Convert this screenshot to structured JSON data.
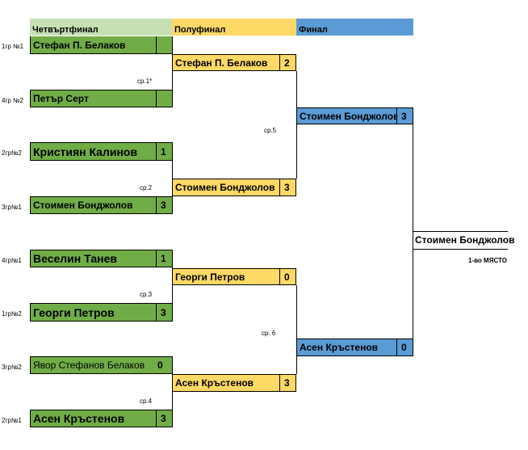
{
  "headers": {
    "quarterfinal": "Четвъртфинал",
    "semifinal": "Полуфинал",
    "final": "Финал"
  },
  "quarterfinals": [
    {
      "seed": "1гр №1",
      "name": "Стефан П. Белаков",
      "score": ""
    },
    {
      "seed": "4гр №2",
      "name": "Петър Серт",
      "score": ""
    },
    {
      "seed": "2гр№2",
      "name": "Кристиян Калинов",
      "score": "1"
    },
    {
      "seed": "3гр№1",
      "name": "Стоимен Бонджолов",
      "score": "3"
    },
    {
      "seed": "4гр№1",
      "name": "Веселин Танев",
      "score": "1"
    },
    {
      "seed": "1гр№2",
      "name": "Георги Петров",
      "score": "3"
    },
    {
      "seed": "3гр№2",
      "name": "Явор Стефанов Белаков",
      "score": "0"
    },
    {
      "seed": "2гр№1",
      "name": "Асен Кръстенов",
      "score": "3"
    }
  ],
  "match_labels": {
    "m1": "ср.1*",
    "m2": "ср.2",
    "m3": "ср.3",
    "m4": "ср.4",
    "m5": "ср.5",
    "m6": "ср. 6"
  },
  "semifinals": [
    {
      "name": "Стефан П. Белаков",
      "score": "2"
    },
    {
      "name": "Стоимен Бонджолов",
      "score": "3"
    },
    {
      "name": "Георги Петров",
      "score": "0"
    },
    {
      "name": "Асен Кръстенов",
      "score": "3"
    }
  ],
  "finals": [
    {
      "name": "Стоимен Бонджолов",
      "score": "3"
    },
    {
      "name": "Асен Кръстенов",
      "score": "0"
    }
  ],
  "champion": {
    "name": "Стоимен Бонджолов",
    "place": "1-во МЯСТО"
  },
  "colors": {
    "quarterfinal": "#70ad47",
    "quarterfinal_header": "#c6e0b4",
    "semifinal": "#ffd966",
    "final": "#5b9bd5"
  }
}
